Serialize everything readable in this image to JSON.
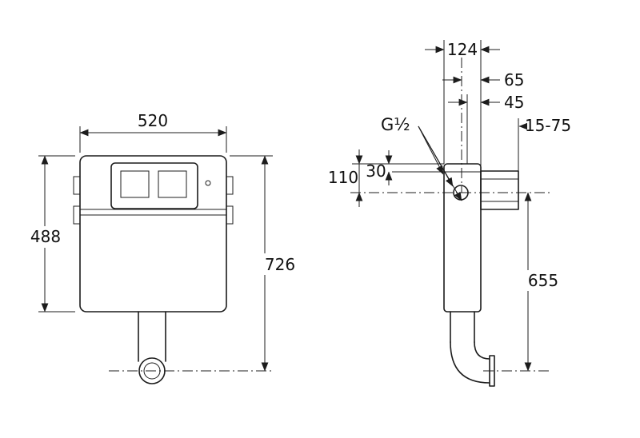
{
  "drawing": {
    "background": "#ffffff",
    "line_color": "#1c1c1c",
    "front_view": {
      "width_label": "520",
      "body_height_label": "488",
      "overall_height_label": "726"
    },
    "side_view": {
      "depth_label": "124",
      "inlet_offset_label": "65",
      "front_offset_label": "45",
      "adjust_range_label": "15-75",
      "thread_label": "G½",
      "top_to_inlet_label": "110",
      "lid_depth_label": "30",
      "inlet_to_outlet_label": "655"
    }
  }
}
